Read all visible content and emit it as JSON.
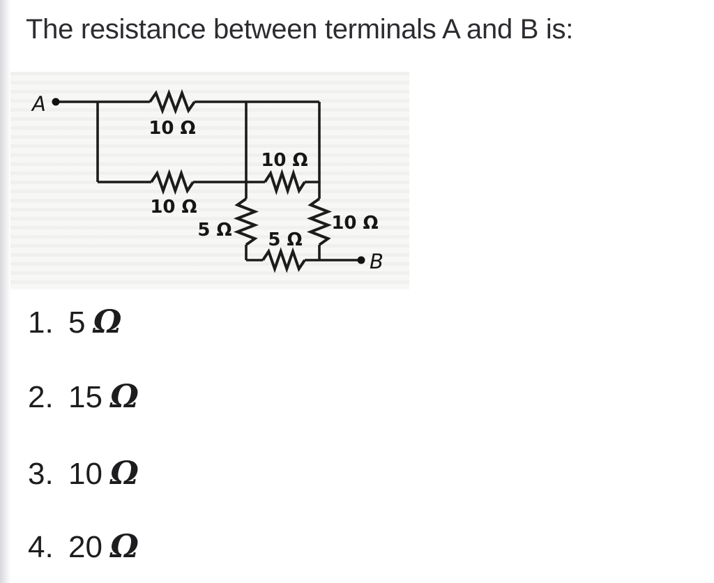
{
  "question": {
    "title": "The resistance between terminals A and B is:"
  },
  "circuit": {
    "terminals": [
      {
        "name": "A",
        "label": "A"
      },
      {
        "name": "B",
        "label": "B"
      }
    ],
    "resistors": [
      {
        "id": "top-branch",
        "label": "10 Ω"
      },
      {
        "id": "second-branch-left",
        "label": "10 Ω"
      },
      {
        "id": "second-branch-right",
        "label": "10 Ω"
      },
      {
        "id": "bottom-branch",
        "label": "5 Ω"
      },
      {
        "id": "vertical-middle",
        "label": "5 Ω"
      },
      {
        "id": "vertical-right",
        "label": "10 Ω"
      }
    ]
  },
  "options": [
    {
      "number": "1.",
      "value": "5",
      "unit": "Ω"
    },
    {
      "number": "2.",
      "value": "15",
      "unit": "Ω"
    },
    {
      "number": "3.",
      "value": "10",
      "unit": "Ω"
    },
    {
      "number": "4.",
      "value": "20",
      "unit": "Ω"
    }
  ],
  "colors": {
    "title": "#2c2c30",
    "option_text": "#1d1d20",
    "circuit_ink": "#1c1c1c",
    "page_bg": "#ffffff",
    "figure_bg": "#f7f7f5",
    "edge_band": "#d8d8dc"
  }
}
